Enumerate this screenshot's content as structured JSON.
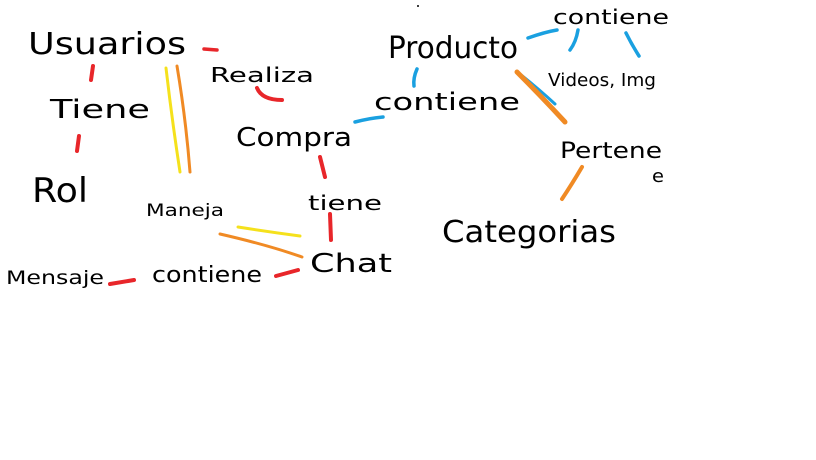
{
  "palette": {
    "text": "#000000",
    "red": "#e8262a",
    "blue": "#1aa0e0",
    "orange": "#f08a24",
    "yellow": "#f5e11c",
    "background": "#ffffff"
  },
  "nodes": {
    "usuarios": "Usuarios",
    "realiza": "Realiza",
    "tiene_rol": "Tiene",
    "rol": "Rol",
    "compra": "Compra",
    "maneja": "Maneja",
    "tiene_chat": "tiene",
    "chat": "Chat",
    "mensaje": "Mensaje",
    "contiene_mensaje": "contiene",
    "producto": "Producto",
    "contiene_compra": "contiene",
    "contiene_media": "contiene",
    "videos_img": "Videos, Img",
    "pertenece_a": "Pertene",
    "pertenece_b": "e",
    "categorias": "Categorias"
  },
  "connectors": [
    {
      "from": "usuarios",
      "to": "realiza",
      "color": "red"
    },
    {
      "from": "realiza",
      "to": "compra",
      "color": "red"
    },
    {
      "from": "usuarios",
      "to": "tiene_rol",
      "color": "red"
    },
    {
      "from": "tiene_rol",
      "to": "rol",
      "color": "red"
    },
    {
      "from": "usuarios",
      "to": "maneja",
      "color": "yellow"
    },
    {
      "from": "usuarios",
      "to": "maneja",
      "color": "orange"
    },
    {
      "from": "maneja",
      "to": "chat",
      "color": "yellow"
    },
    {
      "from": "maneja",
      "to": "chat",
      "color": "orange"
    },
    {
      "from": "compra",
      "to": "tiene_chat",
      "color": "red"
    },
    {
      "from": "tiene_chat",
      "to": "chat",
      "color": "red"
    },
    {
      "from": "chat",
      "to": "contiene_mensaje",
      "color": "red"
    },
    {
      "from": "contiene_mensaje",
      "to": "mensaje",
      "color": "red"
    },
    {
      "from": "compra",
      "to": "contiene_compra",
      "color": "blue"
    },
    {
      "from": "contiene_compra",
      "to": "producto",
      "color": "blue"
    },
    {
      "from": "producto",
      "to": "contiene_media",
      "color": "blue"
    },
    {
      "from": "contiene_media",
      "to": "videos_img",
      "color": "blue"
    },
    {
      "from": "producto",
      "to": "videos_img",
      "color": "blue"
    },
    {
      "from": "producto",
      "to": "pertenece_a",
      "color": "orange"
    },
    {
      "from": "pertenece_a",
      "to": "categorias",
      "color": "orange"
    }
  ]
}
